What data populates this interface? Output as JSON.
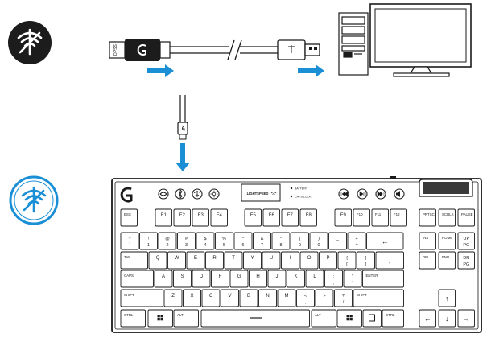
{
  "colors": {
    "accent": "#1a8fd6",
    "ink": "#1a1a1a",
    "key_fill": "#ffffff"
  },
  "icons": {
    "step1": "wireless-signal-dark-circle-icon",
    "step2": "wireless-signal-blue-circle-icon",
    "flow_arrow": "blue-arrow-icon",
    "logo": "logitech-g-logo-icon"
  },
  "receiver": {
    "label": "DPSS"
  },
  "keyboard": {
    "lightspeed_label": "LIGHTSPEED",
    "indicators": [
      "BATTERY",
      "CAPS LOCK"
    ],
    "rows": [
      [
        "ESC",
        "F1",
        "F2",
        "F3",
        "F4",
        "F5",
        "F6",
        "F7",
        "F8",
        "F9",
        "F10",
        "F11",
        "F12",
        "PRTSC",
        "SCRLK",
        "PAUSE"
      ],
      [
        "` ~",
        "1 !",
        "2 @",
        "3 #",
        "4 $",
        "5 %",
        "6 ^",
        "7 &",
        "8 *",
        "9 (",
        "0 )",
        "- _",
        "= +",
        "←",
        "INS",
        "HOME",
        "PG UP"
      ],
      [
        "TAB",
        "Q",
        "W",
        "E",
        "R",
        "T",
        "Y",
        "U",
        "I",
        "O",
        "P",
        "[ {",
        "] }",
        "\\ |",
        "DEL",
        "END",
        "PG DN"
      ],
      [
        "CAPS",
        "A",
        "S",
        "D",
        "F",
        "G",
        "H",
        "J",
        "K",
        "L",
        "; :",
        "' \"",
        "ENTER"
      ],
      [
        "SHIFT",
        "Z",
        "X",
        "C",
        "V",
        "B",
        "N",
        "M",
        ", <",
        ". >",
        "/ ?",
        "SHIFT",
        "↑"
      ],
      [
        "CTRL",
        "ALT",
        "ALT",
        "CTRL",
        "←",
        "↓",
        "→"
      ]
    ]
  }
}
